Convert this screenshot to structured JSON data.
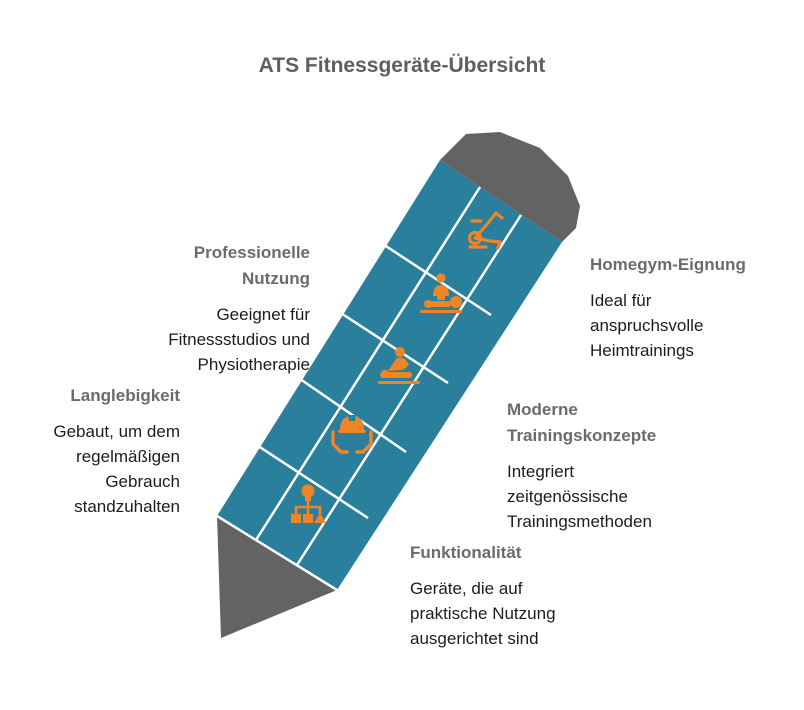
{
  "title": "ATS Fitnessgeräte-Übersicht",
  "colors": {
    "pencil_fill": "#297f9c",
    "pencil_lines": "#ffffff",
    "pencil_tip": "#636363",
    "eraser": "#636363",
    "icon": "#f08527",
    "heading": "#6b6b6b",
    "text": "#1c1c1c"
  },
  "items": [
    {
      "heading": "Homegym-Eignung",
      "desc": "Ideal für\nanspruchsvolle\nHeimtrainings",
      "icon": "exercise-bike-icon"
    },
    {
      "heading": "Professionelle\nNutzung",
      "desc": "Geeignet für\nFitnessstudios und\nPhysiotherapie",
      "icon": "physiotherapy-icon"
    },
    {
      "heading": "Moderne\nTrainingskonzepte",
      "desc": "Integriert\nzeitgenössische\nTrainingsmethoden",
      "icon": "massage-icon"
    },
    {
      "heading": "Langlebigkeit",
      "desc": "Gebaut, um dem\nregelmäßigen\nGebrauch\nstandzuhalten",
      "icon": "hardhat-hands-icon"
    },
    {
      "heading": "Funktionalität",
      "desc": "Geräte, die auf\npraktische Nutzung\nausgerichtet sind",
      "icon": "flowchart-idea-icon"
    }
  ]
}
